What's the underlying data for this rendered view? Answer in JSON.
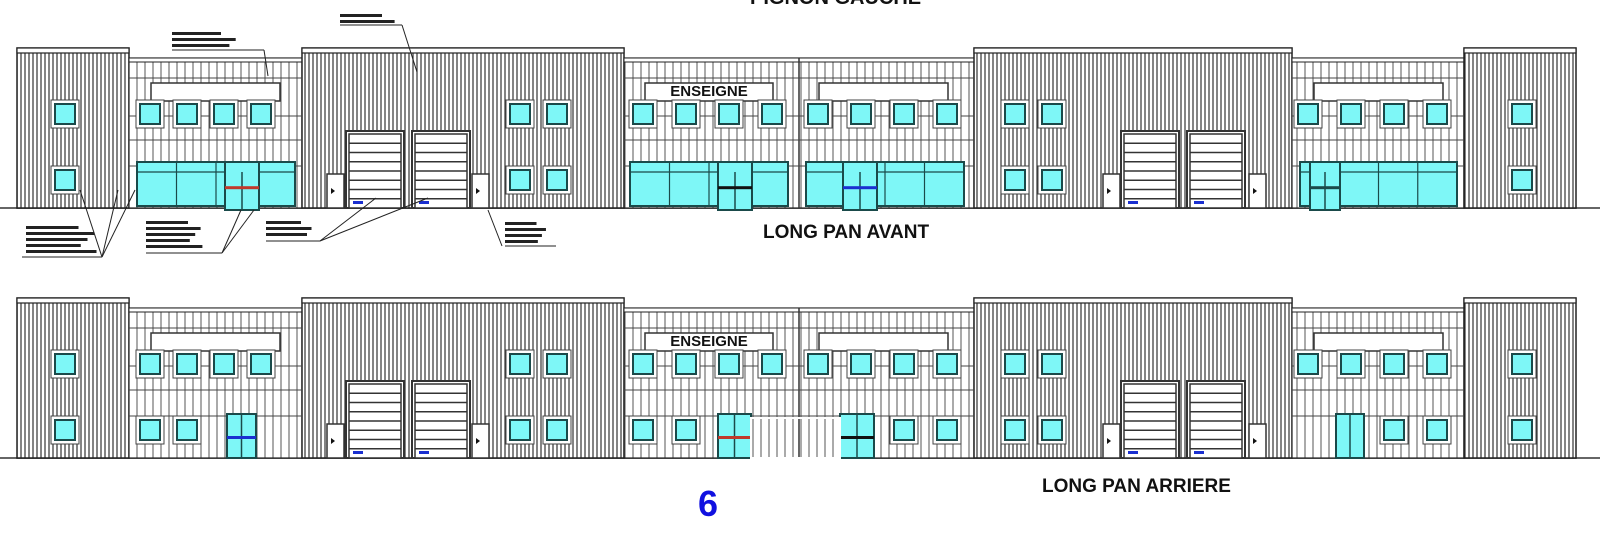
{
  "drawing": {
    "cut_off_title": "PIGNON GAUCHE",
    "page_number": "6",
    "colors": {
      "glass": "#7ef7f7",
      "glass_border": "#1a4a4a",
      "line": "#222222",
      "door_bar_red": "#c0392b",
      "door_bar_blue": "#1a2fd0",
      "door_bar_black": "#111111",
      "page_number": "#1010e0"
    }
  },
  "elevations": [
    {
      "id": "front",
      "label": "LONG PAN AVANT",
      "sign_label": "ENSEIGNE"
    },
    {
      "id": "rear",
      "label": "LONG PAN ARRIERE",
      "sign_label": "ENSEIGNE"
    }
  ],
  "annotations": [
    {
      "id": "note-bardage-top",
      "text": "[illegible annotation]"
    },
    {
      "id": "note-bardage-right",
      "text": "[illegible annotation]"
    },
    {
      "id": "note-menuiseries",
      "text": "[illegible annotation]"
    },
    {
      "id": "note-chassis",
      "text": "[illegible annotation]"
    },
    {
      "id": "note-portes-sectionnelles",
      "text": "[illegible annotation]"
    },
    {
      "id": "note-portillons",
      "text": "[illegible annotation]"
    }
  ]
}
